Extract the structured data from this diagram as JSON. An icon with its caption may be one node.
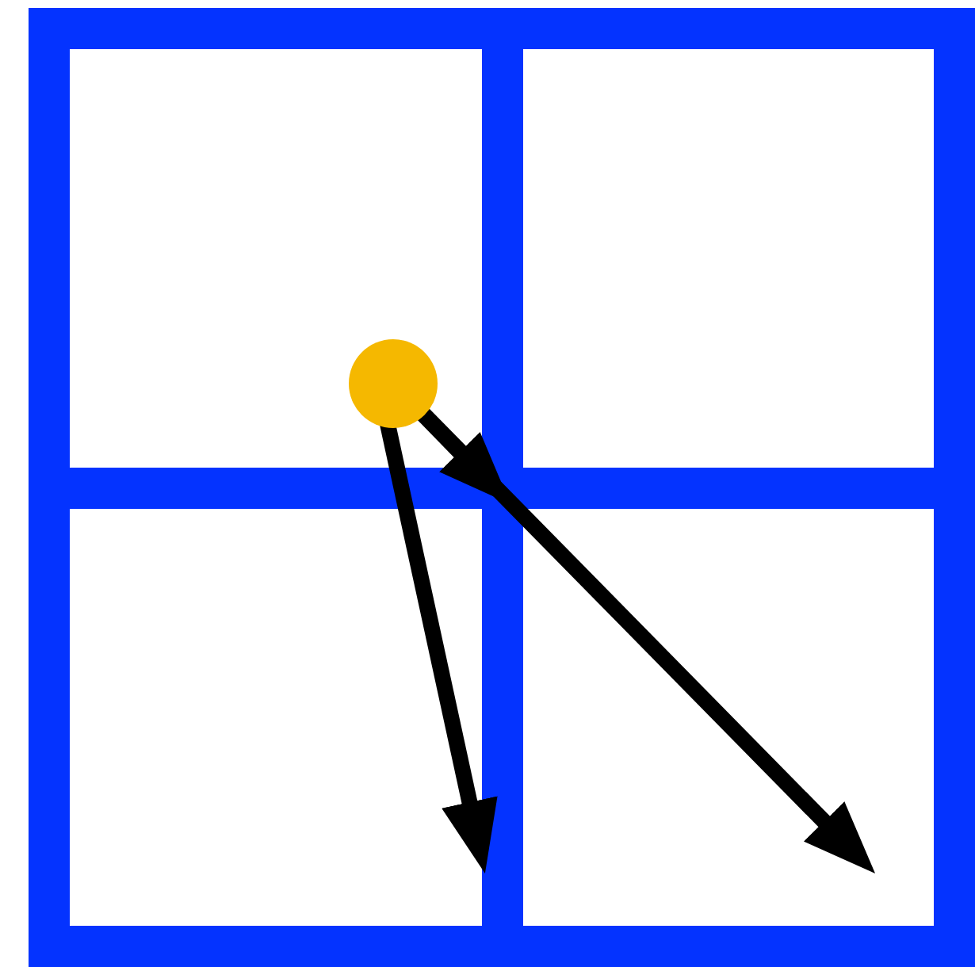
{
  "diagram": {
    "nodes": [
      {
        "text": [],
        "shape": "box"
      },
      {
        "text": [],
        "shape": "box"
      },
      {
        "text": [],
        "shape": "box"
      },
      {
        "text": [],
        "shape": "box"
      },
      {
        "text": [],
        "shape": "circle",
        "in": 0
      }
    ],
    "edges": [
      {
        "from": 4,
        "to": null,
        "arrow": "to"
      },
      {
        "from": 4,
        "to": 2,
        "arrow": "to"
      },
      {
        "from": 4,
        "to": 3,
        "arrow": "to"
      }
    ]
  }
}
